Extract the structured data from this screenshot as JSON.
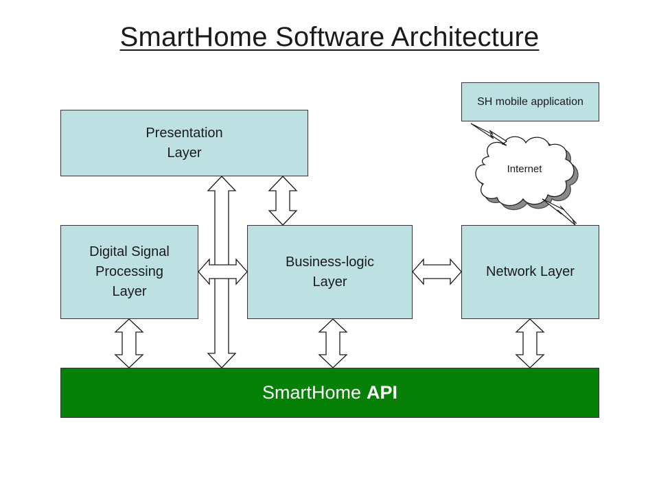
{
  "title": "SmartHome Software Architecture",
  "layers": {
    "presentation": "Presentation\nLayer",
    "dsp": "Digital Signal\nProcessing\nLayer",
    "business": "Business-logic\nLayer",
    "network": "Network Layer",
    "mobile": "SH mobile application"
  },
  "api": {
    "prefix": "SmartHome",
    "suffix": "API"
  },
  "cloud": {
    "label": "Internet"
  },
  "colors": {
    "layer_fill": "#bde0e3",
    "api_fill": "#078007",
    "api_text": "#ffffff"
  }
}
